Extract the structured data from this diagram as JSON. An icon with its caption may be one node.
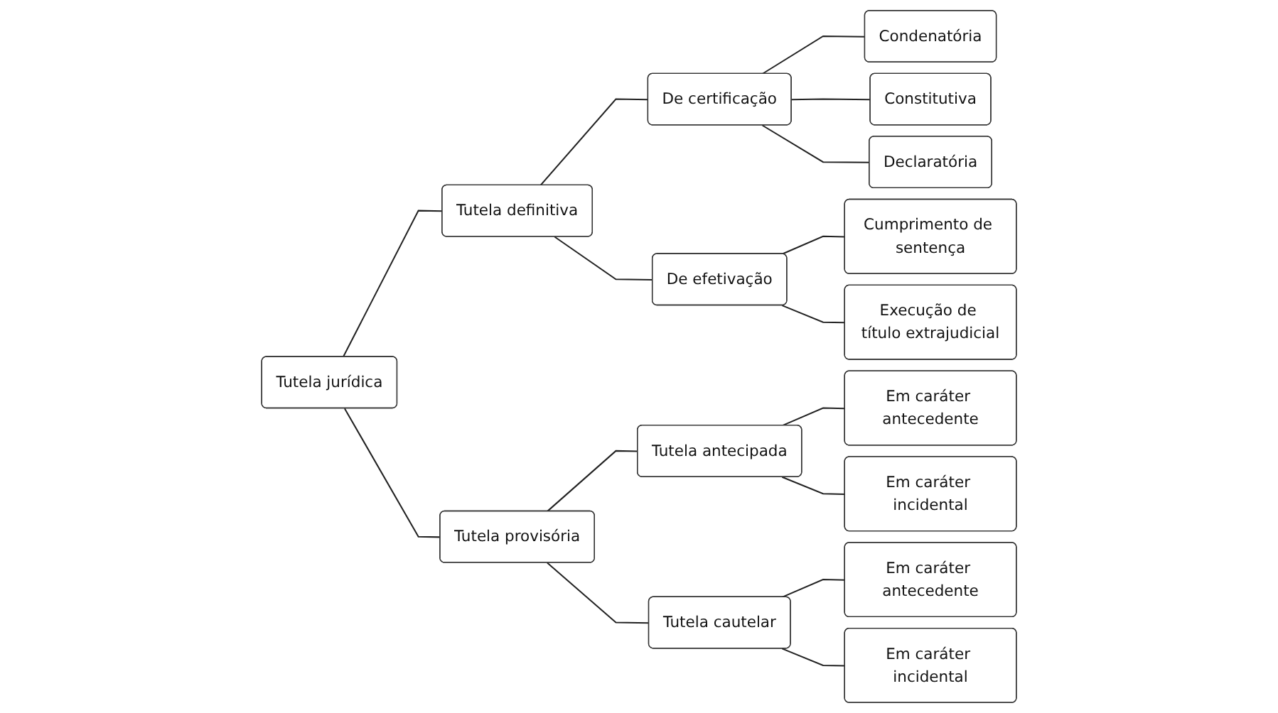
{
  "diagram": {
    "nodes": [
      {
        "text": [
          "Tutela jurídica"
        ]
      },
      {
        "text": [
          "Tutela definitiva"
        ]
      },
      {
        "text": [
          "De certificação"
        ]
      },
      {
        "text": [
          "Condenatória"
        ]
      },
      {
        "text": [
          "Constitutiva"
        ]
      },
      {
        "text": [
          "Declaratória"
        ]
      },
      {
        "text": [
          "De efetivação"
        ]
      },
      {
        "text": [
          "Cumprimento de sentença"
        ]
      },
      {
        "text": [
          "Execução de título extrajudicial"
        ]
      },
      {
        "text": [
          "Tutela provisória"
        ]
      },
      {
        "text": [
          "Tutela antecipada"
        ]
      },
      {
        "text": [
          "Em caráter antecedente"
        ]
      },
      {
        "text": [
          "Em caráter incidental"
        ]
      },
      {
        "text": [
          "Tutela cautelar"
        ]
      },
      {
        "text": [
          "Em caráter antecedente"
        ]
      },
      {
        "text": [
          "Em caráter incidental"
        ]
      }
    ],
    "edges": [
      {
        "from": 0,
        "to": 1,
        "arrow": "none"
      },
      {
        "from": 1,
        "to": 2,
        "arrow": "none"
      },
      {
        "from": 2,
        "to": 3,
        "arrow": "none"
      },
      {
        "from": 2,
        "to": 4,
        "arrow": "none"
      },
      {
        "from": 2,
        "to": 5,
        "arrow": "none"
      },
      {
        "from": 1,
        "to": 6,
        "arrow": "none"
      },
      {
        "from": 6,
        "to": 7,
        "arrow": "none"
      },
      {
        "from": 6,
        "to": 8,
        "arrow": "none"
      },
      {
        "from": 0,
        "to": 9,
        "arrow": "none"
      },
      {
        "from": 9,
        "to": 10,
        "arrow": "none"
      },
      {
        "from": 10,
        "to": 11,
        "arrow": "none"
      },
      {
        "from": 10,
        "to": 12,
        "arrow": "none"
      },
      {
        "from": 9,
        "to": 13,
        "arrow": "none"
      },
      {
        "from": 13,
        "to": 14,
        "arrow": "none"
      },
      {
        "from": 13,
        "to": 15,
        "arrow": "none"
      }
    ]
  }
}
